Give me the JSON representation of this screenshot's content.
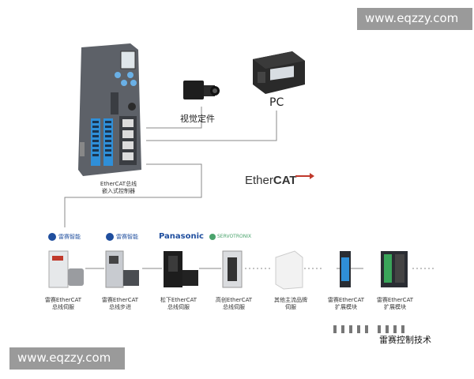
{
  "watermark_top": "www.eqzzy.com",
  "watermark_bottom": "www.eqzzy.com",
  "controller": {
    "caption_line1": "EtherCAT总线",
    "caption_line2": "嵌入式控制器"
  },
  "camera": {
    "label": "视觉定件"
  },
  "pc": {
    "label": "PC"
  },
  "ethercat_logo": {
    "ether": "Ether",
    "cat": "CAT"
  },
  "brands": [
    {
      "text": "雷赛智能"
    },
    {
      "text": "雷赛智能"
    },
    {
      "text": "Panasonic"
    },
    {
      "text": "SERVOTRONIX"
    }
  ],
  "devices": [
    {
      "line1": "雷赛EtherCAT",
      "line2": "总线伺服"
    },
    {
      "line1": "雷赛EtherCAT",
      "line2": "总线步进"
    },
    {
      "line1": "松下EtherCAT",
      "line2": "总线伺服"
    },
    {
      "line1": "高创EtherCAT",
      "line2": "总线伺服"
    },
    {
      "line1": "其他主流品牌",
      "line2": "伺服"
    },
    {
      "line1": "雷赛EtherCAT",
      "line2": "扩展模块"
    },
    {
      "line1": "雷赛EtherCAT",
      "line2": "扩展模块"
    }
  ],
  "footer_text": "雷赛控制技术",
  "colors": {
    "controller_body": "#5d6168",
    "terminal_blue": "#2f8fd8",
    "line": "#8a8a8a",
    "ethercat_red": "#c0392b",
    "panasonic_blue": "#1f4e9e"
  }
}
